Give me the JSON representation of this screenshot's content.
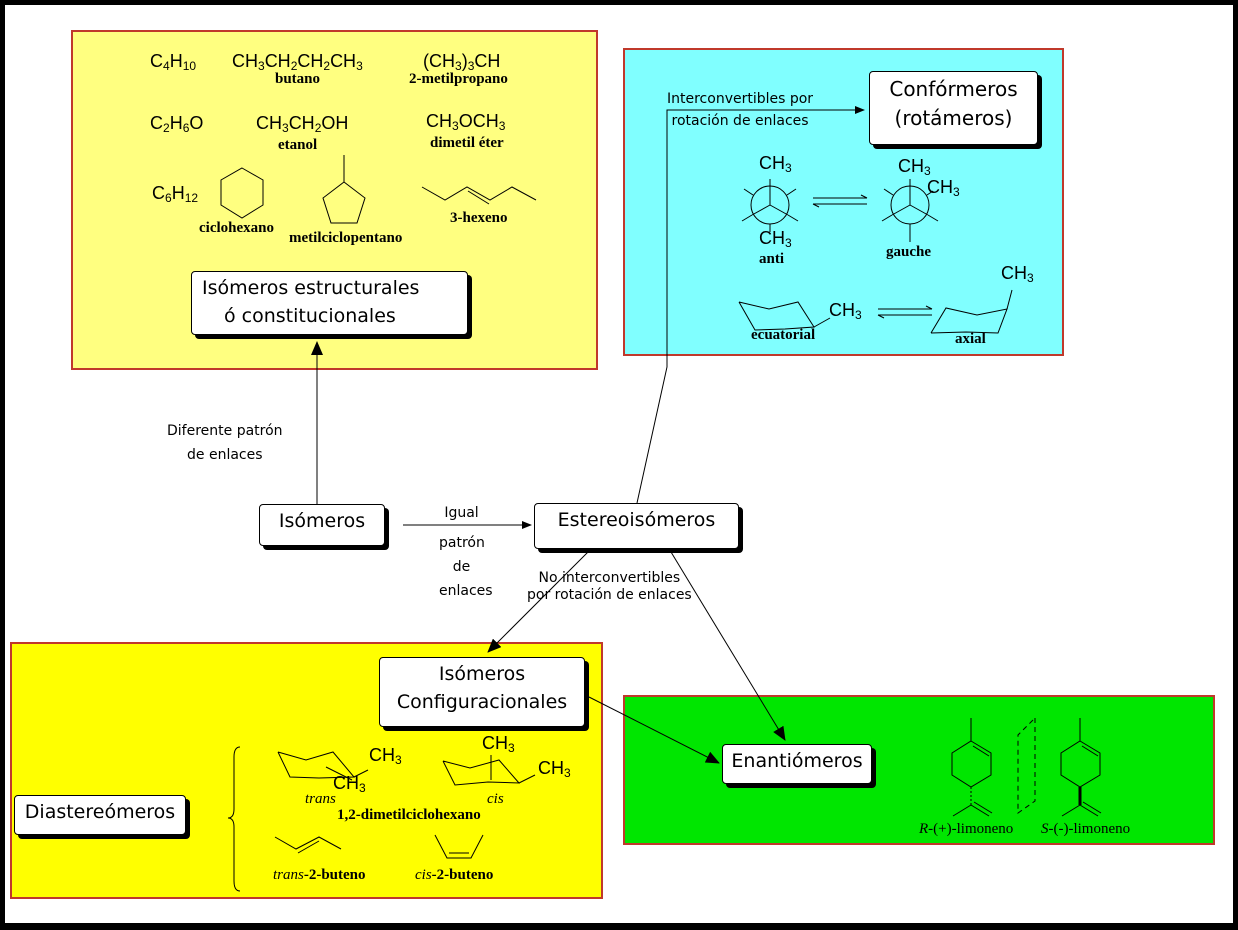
{
  "panels": {
    "structural": {
      "color": "#ffff80",
      "formulas": {
        "c4h10": "C4H10",
        "butane_formula": "CH3CH2CH2CH3",
        "butane_name": "butano",
        "isobutane_formula": "(CH3)3CH",
        "isobutane_name": "2-metilpropano",
        "c2h6o": "C2H6O",
        "ethanol_formula": "CH3CH2OH",
        "ethanol_name": "etanol",
        "dme_formula": "CH3OCH3",
        "dme_name": "dimetil éter",
        "c6h12": "C6H12",
        "cyclohexane_name": "ciclohexano",
        "methylcyclopentane_name": "metilciclopentano",
        "hexene_name": "3-hexeno"
      },
      "box_line1": "Isómeros estructurales",
      "box_line2": "ó constitucionales"
    },
    "conformers": {
      "color": "#80ffff",
      "box_line1": "Confórmeros",
      "box_line2": "(rotámeros)",
      "arrow_label_line1": "Interconvertibles por",
      "arrow_label_line2": "rotación de enlaces",
      "ch3": "CH3",
      "anti": "anti",
      "gauche": "gauche",
      "ecuatorial": "ecuatorial",
      "axial": "axial"
    },
    "diastereomers": {
      "color": "#ffff00",
      "config_line1": "Isómeros",
      "config_line2": "Configuracionales",
      "box": "Diastereómeros",
      "trans": "trans",
      "cis": "cis",
      "dimethyl_name": "1,2-dimetilciclohexano",
      "trans_butene_prefix": "trans",
      "cis_butene_prefix": "cis",
      "butene_suffix": "-2-buteno"
    },
    "enantiomers": {
      "color": "#00e600",
      "box": "Enantiómeros",
      "r_prefix": "R",
      "r_suffix": "-(+)-limoneno",
      "s_prefix": "S",
      "s_suffix": "-(-)-limoneno"
    }
  },
  "center": {
    "isomers": "Isómeros",
    "stereoisomers": "Estereoisómeros",
    "diff_line1": "Diferente patrón",
    "diff_line2": "de enlaces",
    "same_line1": "Igual",
    "same_line2": "patrón",
    "same_line3": "de",
    "same_line4": "enlaces",
    "noconv_line1": "No interconvertibles",
    "noconv_line2": "por rotación de enlaces"
  }
}
